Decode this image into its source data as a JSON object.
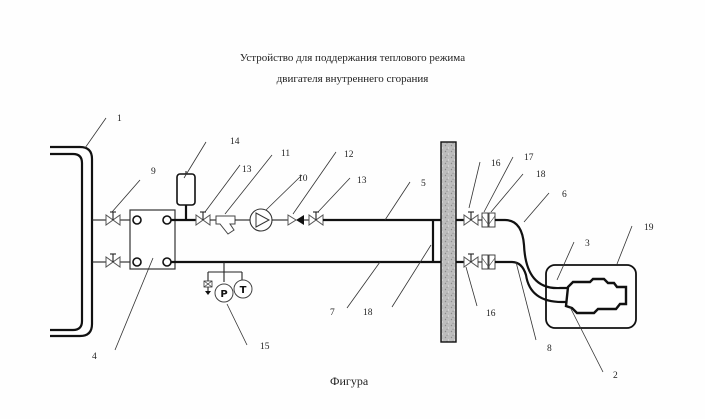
{
  "title": {
    "line1": "Устройство для поддержания теплового режима",
    "line2": "двигателя внутреннего сгорания"
  },
  "caption": "Фигура",
  "gauges": {
    "pressure": "P",
    "temperature": "T"
  },
  "labels": {
    "radiator": "1",
    "engine": "2",
    "engine_connection": "3",
    "heat_exchanger": "4",
    "supply_pipe": "5",
    "supply_hose": "6",
    "return_pipe": "7",
    "return_hose": "8",
    "shutoff_valves_exchanger": "9",
    "check_valve": "10",
    "filter": "11",
    "pump": "12",
    "shutoff_valve_a": "13",
    "shutoff_valve_b": "13",
    "expansion_tank": "14",
    "instruments": "15",
    "quick_valve_top": "16",
    "quick_valve_bottom": "16",
    "quick_coupling": "17",
    "coupling_top": "18",
    "bypass": "18",
    "engine_enclosure": "19"
  },
  "colors": {
    "line": "#111111",
    "wall_fill": "#b8b8b8",
    "background": "#fefefe"
  }
}
